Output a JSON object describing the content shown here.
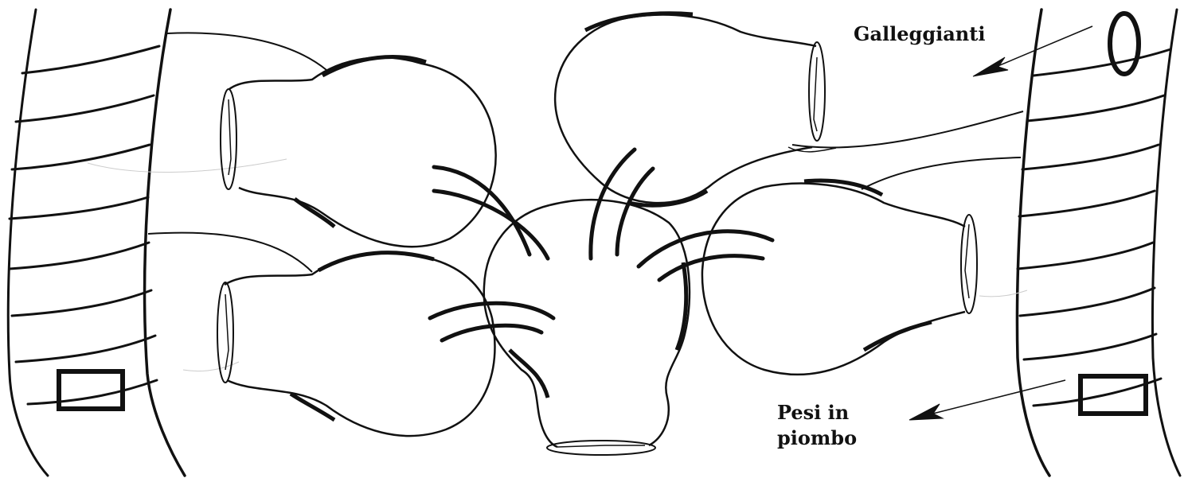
{
  "labels": {
    "floats": "Galleggianti",
    "weights_line1": "Pesi in",
    "weights_line2": "piombo"
  },
  "colors": {
    "stroke": "#111111",
    "background": "#ffffff"
  }
}
